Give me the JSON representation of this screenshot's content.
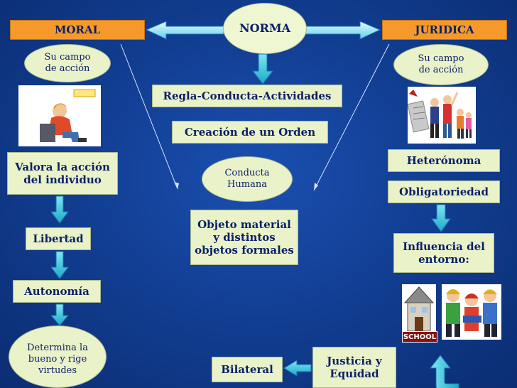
{
  "title": "NORMA",
  "left": {
    "header": "MORAL",
    "scope": "Su campo de acción",
    "values_action": "Valora la acción del individuo",
    "freedom": "Libertad",
    "autonomy": "Autonomía",
    "virtues": "Determina la bueno y rige virtudes"
  },
  "right": {
    "header": "JURIDICA",
    "scope": "Su campo de acción",
    "heteronomous": "Heterónoma",
    "obligation": "Obligatoriedad",
    "influence": "Influencia del entorno:",
    "school": "SCHOOL"
  },
  "center": {
    "rule": "Regla-Conducta-Actividades",
    "order": "Creación de un Orden",
    "conduct": "Conducta Humana",
    "object": "Objeto material y distintos objetos formales",
    "justice": "Justicia y Equidad",
    "bilateral": "Bilateral"
  },
  "colors": {
    "background": "#123f94",
    "box_fill": "#e9f2c9",
    "header_fill": "#f59a2a",
    "arrow_fill": "#2ec4d9",
    "text": "#0a1f66"
  }
}
